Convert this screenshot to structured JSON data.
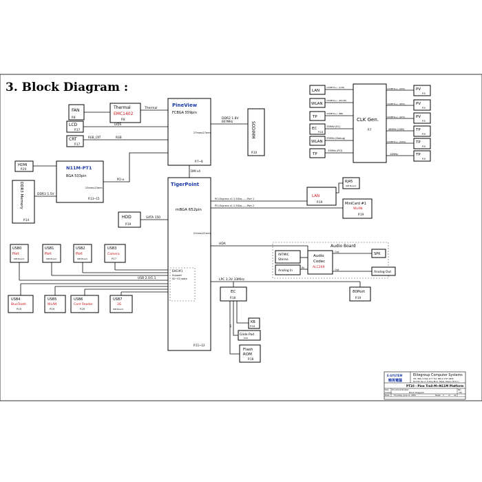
{
  "title": "3. Block Diagram :",
  "colors": {
    "red": "#d01010",
    "blue": "#1a3aa8"
  },
  "blocks": {
    "fan": {
      "name": "FAN",
      "page": "P.8"
    },
    "thermal": {
      "name": "Thermal",
      "part": "EMC1402",
      "page": "P.8"
    },
    "lcd": {
      "name": "LCD",
      "page": "P.17"
    },
    "crt": {
      "name": "CRT",
      "page": "P.17"
    },
    "pineview": {
      "name": "PineView",
      "pkg": "FCBGA 559pin",
      "page": "P.7~8",
      "size": "27mmx27mm"
    },
    "sodimm": {
      "name": "SODIMM",
      "page": "P.10"
    },
    "hdmi": {
      "name": "HDMI",
      "page": "P.20"
    },
    "n11m": {
      "name": "N11M-PT1",
      "pkg": "BGA 533pin",
      "page": "P.13~15",
      "size": "23mmx23mm"
    },
    "ddr3": {
      "name": "DDR3 Memory",
      "page": "P.14"
    },
    "tigerpoint": {
      "name": "TigerPoint",
      "pkg": "mBGA 652pin",
      "page": "P.11~12",
      "size": "21mmx21mm"
    },
    "hdd": {
      "name": "HDD",
      "page": "P.19"
    },
    "lan": {
      "name": "LAN",
      "page": "P.19"
    },
    "rj45": {
      "name": "RJ45",
      "sub": "IOB Board"
    },
    "minicard": {
      "name": "MiniCard #1",
      "sub": "WLAN",
      "page": "P.19"
    },
    "clkgen": {
      "name": "CLK Gen.",
      "page": "P.7"
    },
    "audioboard": {
      "name": "Audio Board"
    },
    "intmic": {
      "name": "INTMIC",
      "sub": "Stereo"
    },
    "analogin": {
      "name": "Analog In"
    },
    "codec": {
      "name": "Audio",
      "name2": "Codec",
      "part": "ALC269"
    },
    "spk": {
      "name": "SPK"
    },
    "analogout": {
      "name": "Analog Out"
    },
    "ec": {
      "name": "EC",
      "page": "P.18"
    },
    "p80": {
      "name": "80Port",
      "page": "P.19"
    },
    "kb": {
      "name": "KB",
      "page": "P.18"
    },
    "glide": {
      "name": "Glide Pad",
      "page": "P.20"
    },
    "flash": {
      "name": "Flash",
      "name2": "ROM",
      "page": "P.18"
    },
    "ehci": {
      "name": "EHCI#1",
      "sub1": "Support",
      "sub2": "S0~S3 state"
    },
    "dmi": "DMI x4"
  },
  "usb_top": [
    {
      "name": "USB0",
      "func": "Port",
      "sub": "IOB Board"
    },
    {
      "name": "USB1",
      "func": "Port",
      "sub": "IOB Board"
    },
    {
      "name": "USB2",
      "func": "Port",
      "sub": "IOB Board"
    },
    {
      "name": "USB3",
      "func": "Camera",
      "sub": "P.17"
    }
  ],
  "usb_bottom": [
    {
      "name": "USB4",
      "func": "BlueTooth",
      "sub": "P.19"
    },
    {
      "name": "USB5",
      "func": "WLAN",
      "sub": "P.19"
    },
    {
      "name": "USB6",
      "func": "Card Reader",
      "sub": "P.20"
    },
    {
      "name": "USB7",
      "func": "3G",
      "sub": "IOB Board"
    }
  ],
  "clk_left": [
    {
      "name": "LAN",
      "sig": "100MHz+/- (LAN)"
    },
    {
      "name": "WLAN",
      "sig": "100MHz+/- (WLAN)"
    },
    {
      "name": "TP",
      "sig": "100MHz+/- (NB)"
    },
    {
      "name": "EC",
      "sig": "33MHz (EC)",
      "page": "P.18"
    },
    {
      "name": "WLAN",
      "sig": "33MHz (Debug)"
    },
    {
      "name": "TP",
      "sig": "33MHz (PCI)"
    }
  ],
  "clk_right": [
    {
      "name": "PV",
      "sig": "133MHz+/- (CPU)",
      "page": "P.5"
    },
    {
      "name": "PV",
      "sig": "100MHz+/- (DMI)",
      "page": "P.5"
    },
    {
      "name": "PV",
      "sig": "100MHz+/- (GFX)",
      "page": "P.5"
    },
    {
      "name": "TP",
      "sig": "48MHz (USB)",
      "page": "P.9"
    },
    {
      "name": "TP",
      "sig": "100MHz+/- (SATA)",
      "page": "P.9"
    },
    {
      "name": "TP",
      "sig": "14MHz",
      "page": "P.9"
    }
  ],
  "signals": {
    "thermal": "Thermal",
    "lvds": "LVDS",
    "rgb_crt": "RGB_CRT",
    "rgb": "RGB",
    "pcie": "PCI-e",
    "ddr2": "DDR2 1.8V",
    "ddr2_freq": "667MHz",
    "ddr3": "DDR3 1.5V",
    "sata": "SATA 150",
    "pcie_port1": "PCI-Express x1 2.5Gbs------Port 1",
    "pcie_port2": "PCI-Express x1 2.5Gbs------Port 2",
    "hda": "HDA",
    "usb": "USB 2.0/1.1",
    "lpc": "LPC 3.3V 33MHz",
    "in": "IN",
    "out_top": "Out",
    "out_bot": "Out",
    "spi": "SPI"
  },
  "titleblock": {
    "logo1": "E-SYSTEM",
    "logo2": "精英電腦",
    "company": "Elitegroup Computer Systems",
    "addr1": "TEL: 886-2-2162-1177  Fax: 886-2-2797-0808",
    "addr2": "No.239, Sec.2, Ti-Ding Blvd., Taipei, Taiwan (R.O.C.)",
    "project": "PT10 - Pine Trail-M+N11M Platform",
    "size_label": "Size",
    "size_val": "Custom",
    "docnum_label": "Document Number",
    "doc": "Block Diagram",
    "rev_label": "Rev",
    "rev": "V10",
    "date_label": "Date:",
    "date": "Thursday, June 11, 2009",
    "sheet_label": "Sheet",
    "sheet": "3",
    "of_label": "of",
    "of": "41"
  }
}
